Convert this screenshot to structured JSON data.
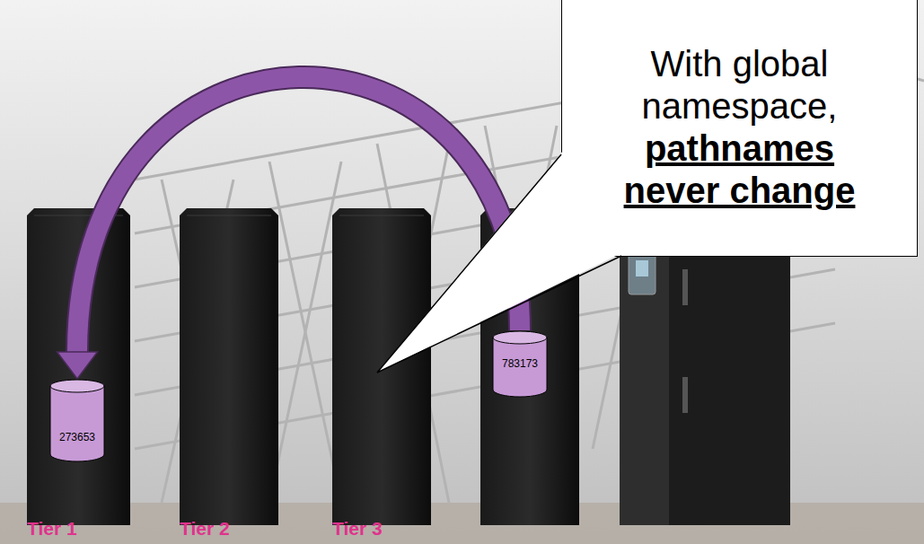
{
  "diagram": {
    "nodes": [
      {
        "text": [
          "273653"
        ]
      },
      {
        "text": [
          "783173"
        ]
      },
      {
        "text": [
          "With global namespace,",
          "pathnames never change"
        ]
      }
    ],
    "edges": [
      {
        "from": 1,
        "to": 0,
        "arrow": "to"
      }
    ],
    "labels": [
      "Tier 1",
      "Tier 2",
      "Tier 3"
    ]
  }
}
